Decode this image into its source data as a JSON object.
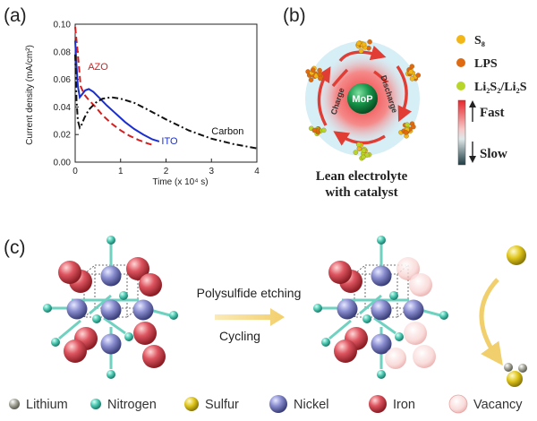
{
  "panel_a": {
    "label": "(a)",
    "chart_data": {
      "type": "line",
      "xlabel": "Time (x 10⁴ s)",
      "ylabel": "Current density (mA/cm²)",
      "xlim": [
        0,
        4
      ],
      "ylim": [
        0,
        0.1
      ],
      "xticks": [
        "0",
        "1",
        "2",
        "3",
        "4"
      ],
      "yticks": [
        "0.00",
        "0.02",
        "0.04",
        "0.06",
        "0.08",
        "0.10"
      ],
      "series": [
        {
          "name": "AZO",
          "color": "#d42020",
          "style": "dashed",
          "x": [
            0.0,
            0.04,
            0.08,
            0.12,
            0.2,
            0.3,
            0.45,
            0.6,
            0.8,
            1.0,
            1.2,
            1.4,
            1.6,
            1.75
          ],
          "y": [
            0.098,
            0.085,
            0.07,
            0.055,
            0.049,
            0.045,
            0.04,
            0.034,
            0.028,
            0.023,
            0.019,
            0.016,
            0.0135,
            0.012
          ]
        },
        {
          "name": "ITO",
          "color": "#1a2fd0",
          "style": "solid",
          "x": [
            0.0,
            0.03,
            0.06,
            0.1,
            0.15,
            0.22,
            0.3,
            0.4,
            0.55,
            0.7,
            0.9,
            1.1,
            1.3,
            1.5,
            1.7,
            1.85
          ],
          "y": [
            0.088,
            0.07,
            0.055,
            0.047,
            0.049,
            0.052,
            0.053,
            0.051,
            0.046,
            0.041,
            0.035,
            0.029,
            0.024,
            0.02,
            0.0165,
            0.015
          ]
        },
        {
          "name": "Carbon",
          "color": "#111111",
          "style": "dashdot",
          "x": [
            0.0,
            0.03,
            0.06,
            0.1,
            0.14,
            0.2,
            0.3,
            0.45,
            0.6,
            0.8,
            1.0,
            1.3,
            1.6,
            2.0,
            2.5,
            3.0,
            3.5,
            4.0
          ],
          "y": [
            0.078,
            0.045,
            0.03,
            0.025,
            0.027,
            0.032,
            0.038,
            0.043,
            0.046,
            0.047,
            0.046,
            0.043,
            0.038,
            0.031,
            0.023,
            0.017,
            0.013,
            0.01
          ]
        }
      ]
    }
  },
  "panel_b": {
    "label": "(b)",
    "center_label": "MoP",
    "charge_label": "Charge",
    "discharge_label": "Discharge",
    "caption_line1": "Lean electrolyte",
    "caption_line2": "with catalyst",
    "legend": [
      {
        "label": "S₈",
        "color": "#f2b617"
      },
      {
        "label": "LPS",
        "color": "#de6a12"
      },
      {
        "label": "Li₂S₂/Li₂S",
        "color": "#b8d62a"
      }
    ],
    "scale_fast": "Fast",
    "scale_slow": "Slow",
    "colors": {
      "ring": "#d6eef6",
      "core": "#ef3b3b",
      "arrows": "#e23d34",
      "mop": "#12883a"
    }
  },
  "panel_c": {
    "label": "(c)",
    "process_top": "Polysulfide etching",
    "process_bottom": "Cycling",
    "legend": [
      {
        "label": "Lithium",
        "color": "#8a8a7e"
      },
      {
        "label": "Nitrogen",
        "color": "#46c4ae"
      },
      {
        "label": "Sulfur",
        "color": "#d9c41c"
      },
      {
        "label": "Nickel",
        "color": "#7478b4"
      },
      {
        "label": "Iron",
        "color": "#d2474f"
      },
      {
        "label": "Vacancy",
        "color": "#f4c6c4"
      }
    ]
  }
}
